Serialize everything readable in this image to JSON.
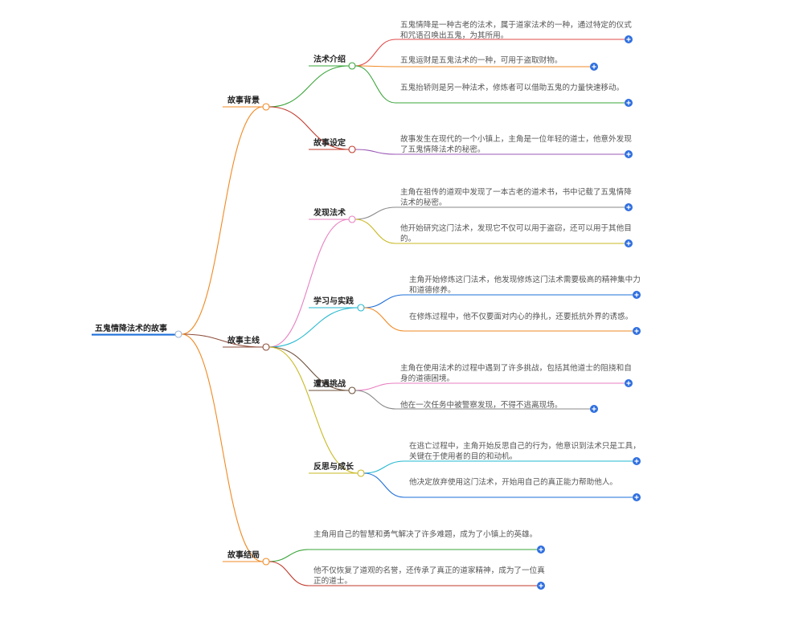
{
  "root": {
    "label": "五鬼情降法术的故事",
    "color": "#1e6fd9"
  },
  "branches": [
    {
      "label": "故事背景",
      "color": "#f08a24",
      "children": [
        {
          "label": "法术介绍",
          "color": "#3aa43a",
          "leaves": [
            {
              "text": "五鬼情降是一种古老的法术，属于道家法术的一种，通过特定的仪式和咒语召唤出五鬼，为其所用。",
              "color": "#e24a4a"
            },
            {
              "text": "五鬼运财是五鬼法术的一种，可用于盗取财物。",
              "color": "#f08a24"
            },
            {
              "text": "五鬼抬轿则是另一种法术，修炼者可以借助五鬼的力量快速移动。",
              "color": "#3aa43a"
            }
          ]
        },
        {
          "label": "故事设定",
          "color": "#c0392b",
          "leaves": [
            {
              "text": "故事发生在现代的一个小镇上，主角是一位年轻的道士，他意外发现了五鬼情降法术的秘密。",
              "color": "#9b59b6"
            }
          ]
        }
      ]
    },
    {
      "label": "故事主线",
      "color": "#8b4c39",
      "children": [
        {
          "label": "发现法术",
          "color": "#e87fc0",
          "leaves": [
            {
              "text": "主角在祖传的道观中发现了一本古老的道术书，书中记载了五鬼情降法术的秘密。",
              "color": "#888888"
            },
            {
              "text": "他开始研究这门法术，发现它不仅可以用于盗窃，还可以用于其他目的。",
              "color": "#c8b820"
            }
          ]
        },
        {
          "label": "学习与实践",
          "color": "#22b8cf",
          "leaves": [
            {
              "text": "主角开始修炼这门法术，他发现修炼这门法术需要极高的精神集中力和道德修养。",
              "color": "#1e6fd9"
            },
            {
              "text": "在修炼过程中，他不仅要面对内心的挣扎，还要抵抗外界的诱惑。",
              "color": "#f08a24"
            }
          ]
        },
        {
          "label": "遭遇挑战",
          "color": "#6b4f3a",
          "leaves": [
            {
              "text": "主角在使用法术的过程中遇到了许多挑战，包括其他道士的阻挠和自身的道德困境。",
              "color": "#e87fc0"
            },
            {
              "text": "他在一次任务中被警察发现，不得不逃离现场。",
              "color": "#888888"
            }
          ]
        },
        {
          "label": "反思与成长",
          "color": "#c8b820",
          "leaves": [
            {
              "text": "在逃亡过程中，主角开始反思自己的行为，他意识到法术只是工具，关键在于使用者的目的和动机。",
              "color": "#22b8cf"
            },
            {
              "text": "他决定放弃使用这门法术，开始用自己的真正能力帮助他人。",
              "color": "#1e6fd9"
            }
          ]
        }
      ]
    },
    {
      "label": "故事结局",
      "color": "#f08a24",
      "leaves": [
        {
          "text": "主角用自己的智慧和勇气解决了许多难题，成为了小镇上的英雄。",
          "color": "#3aa43a"
        },
        {
          "text": "他不仅恢复了道观的名誉，还传承了真正的道家精神，成为了一位真正的道士。",
          "color": "#c0392b"
        }
      ]
    }
  ],
  "expand_icon": "plus-circle-icon",
  "expand_color": "#2f6fe0"
}
